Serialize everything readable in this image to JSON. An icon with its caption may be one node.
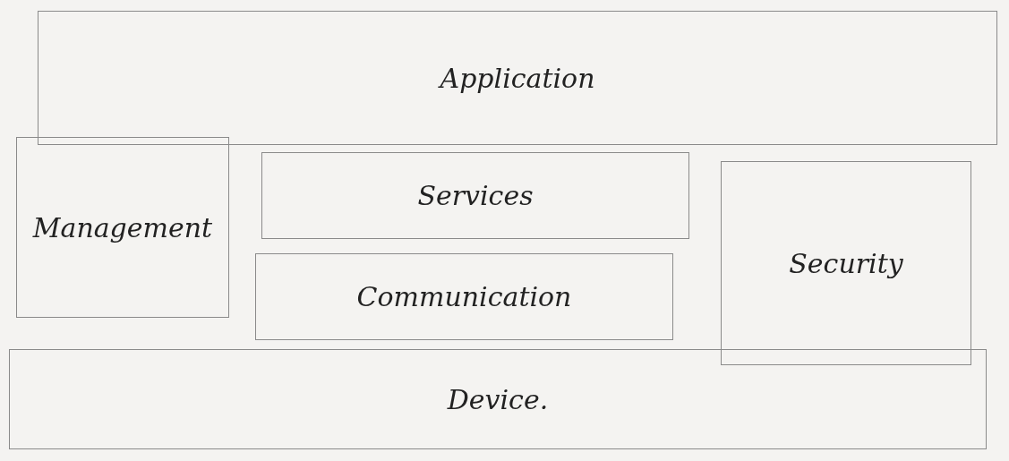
{
  "diagram": {
    "nodes": [
      {
        "text": [
          "Application"
        ]
      },
      {
        "text": [
          "Management"
        ]
      },
      {
        "text": [
          "Services"
        ]
      },
      {
        "text": [
          "Communication"
        ]
      },
      {
        "text": [
          "Security"
        ]
      },
      {
        "text": [
          "Device."
        ]
      }
    ],
    "edges": []
  }
}
